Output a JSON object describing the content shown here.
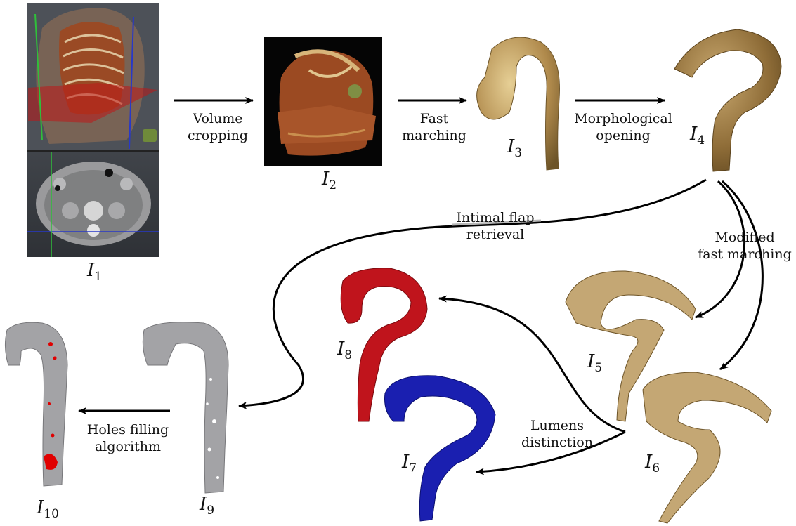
{
  "images": {
    "i1": {
      "label": "I",
      "sub": "1"
    },
    "i2": {
      "label": "I",
      "sub": "2"
    },
    "i3": {
      "label": "I",
      "sub": "3"
    },
    "i4": {
      "label": "I",
      "sub": "4"
    },
    "i5": {
      "label": "I",
      "sub": "5"
    },
    "i6": {
      "label": "I",
      "sub": "6"
    },
    "i7": {
      "label": "I",
      "sub": "7"
    },
    "i8": {
      "label": "I",
      "sub": "8"
    },
    "i9": {
      "label": "I",
      "sub": "9"
    },
    "i10": {
      "label": "I",
      "sub": "10"
    }
  },
  "steps": {
    "volume_cropping": [
      "Volume",
      "cropping"
    ],
    "fast_marching": [
      "Fast",
      "marching"
    ],
    "morphological_opening": [
      "Morphological",
      "opening"
    ],
    "intimal_flap_retrieval": [
      "Intimal flap",
      "retrieval"
    ],
    "modified_fast_marching": [
      "Modified",
      "fast marching"
    ],
    "lumens_distinction": [
      "Lumens",
      "distinction"
    ],
    "holes_filling": [
      "Holes filling",
      "algorithm"
    ]
  },
  "colors": {
    "aorta_gold": "#b89a5c",
    "lumen_red": "#c0141c",
    "lumen_blue": "#1a1fb0",
    "aorta_gray": "#a3a3a6",
    "hole_red": "#e00000"
  }
}
